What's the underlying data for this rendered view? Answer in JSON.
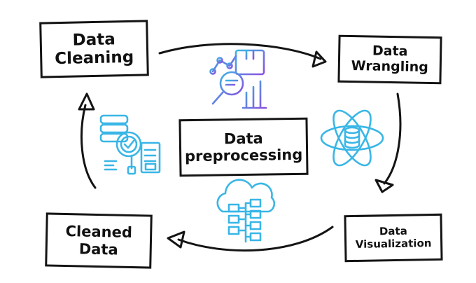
{
  "nodes": {
    "cleaning": {
      "line1": "Data",
      "line2": "Cleaning"
    },
    "wrangling": {
      "line1": "Data",
      "line2": "Wrangling"
    },
    "center": {
      "line1": "Data",
      "line2": "preprocessing"
    },
    "cleaned": {
      "line1": "Cleaned",
      "line2": "Data"
    },
    "visualization": {
      "line1": "Data",
      "line2": "Visualization"
    }
  },
  "icons": [
    "analytics-search-icon",
    "atom-database-icon",
    "cloud-server-icon",
    "database-audit-icon"
  ],
  "colors": {
    "ink": "#141414",
    "blue": "#39b6e6",
    "purple": "#8c4fe0",
    "gradient_mid": "#5a7fe6"
  }
}
